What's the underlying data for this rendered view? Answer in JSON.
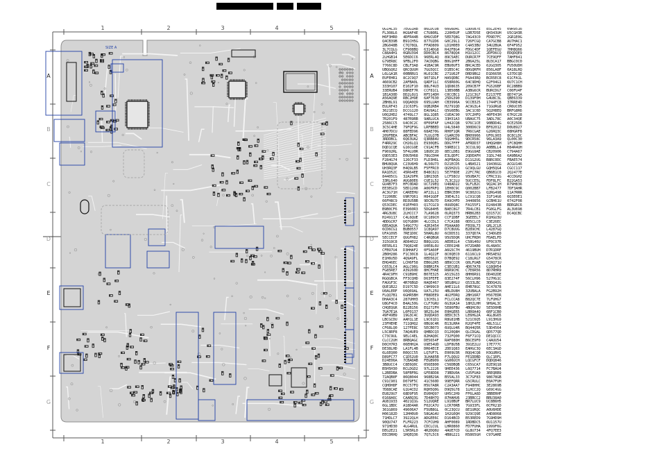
{
  "header": {
    "bars": [
      "",
      "",
      ""
    ]
  },
  "grid": {
    "columns": [
      "1",
      "2",
      "3",
      "4",
      "5"
    ],
    "rows_left": [
      "A",
      "B",
      "C",
      "D",
      "E",
      "F",
      "G"
    ],
    "rows_right": [
      "A",
      "B",
      "C",
      "D",
      "E",
      "F",
      "G"
    ]
  },
  "board": {
    "size_label": "SIZE A"
  },
  "colors": {
    "board_fill": "#d4d4d4",
    "board_stroke": "#8e8e8e",
    "component": "#1f3fa6",
    "grid_line": "#555555",
    "trace": "#f4f4f4",
    "pad": "#111111"
  },
  "legend": {
    "columns": 7,
    "rows": 100,
    "note": ""
  }
}
